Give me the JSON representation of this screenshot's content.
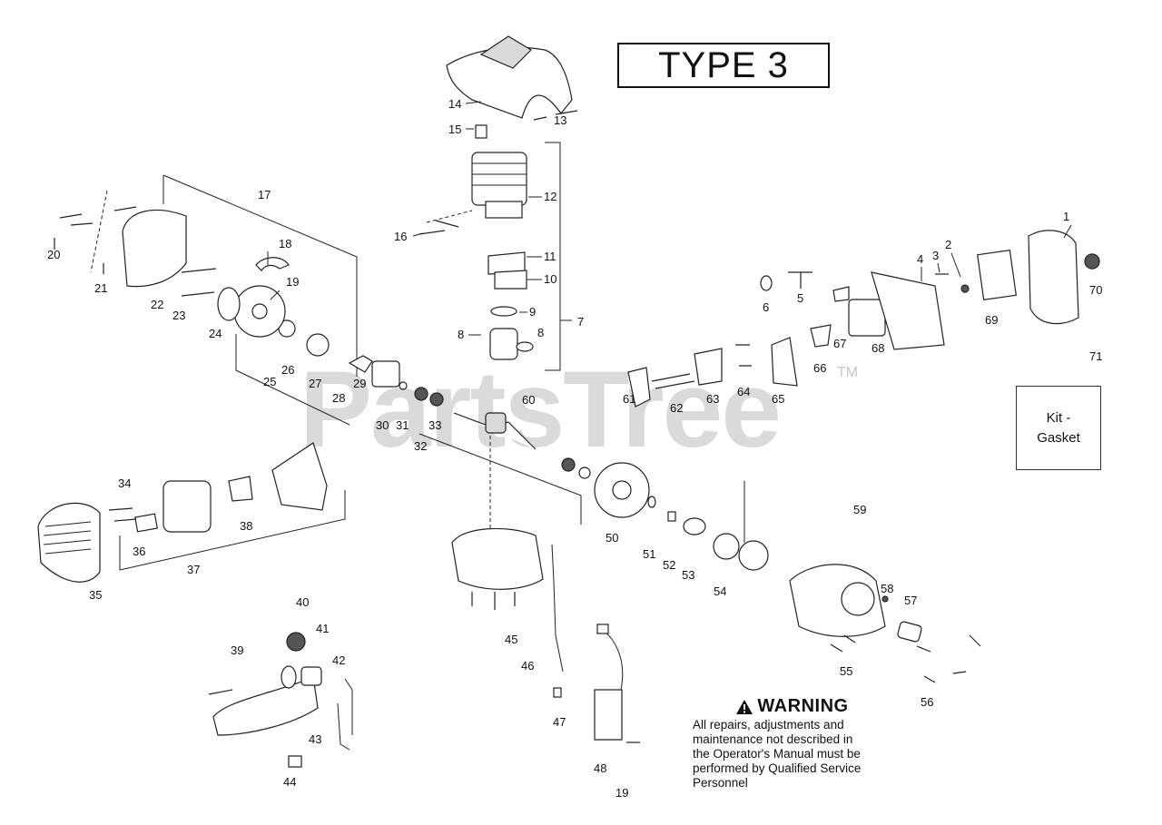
{
  "header": {
    "type_label": "TYPE 3"
  },
  "kit_box": {
    "label": "Kit -\nGasket"
  },
  "watermark": {
    "text": "PartsTree",
    "trademark": "TM"
  },
  "warning": {
    "icon": "warning-triangle-icon",
    "title": "WARNING",
    "body": "All repairs, adjustments and\nmaintenance not described in\nthe Operator's Manual must be\nperformed by Qualified Service\nPersonnel"
  },
  "callouts": {
    "c1": "1",
    "c2": "2",
    "c3": "3",
    "c4": "4",
    "c5": "5",
    "c6": "6",
    "c7": "7",
    "c8a": "8",
    "c8b": "8",
    "c9": "9",
    "c10": "10",
    "c11": "11",
    "c12": "12",
    "c13": "13",
    "c14": "14",
    "c15": "15",
    "c16": "16",
    "c17": "17",
    "c18": "18",
    "c19": "19",
    "c20": "20",
    "c21": "21",
    "c22": "22",
    "c23": "23",
    "c24": "24",
    "c25": "25",
    "c26": "26",
    "c27": "27",
    "c28": "28",
    "c29": "29",
    "c30": "30",
    "c31": "31",
    "c32": "32",
    "c33": "33",
    "c34": "34",
    "c35": "35",
    "c36": "36",
    "c37": "37",
    "c38": "38",
    "c39": "39",
    "c40": "40",
    "c41": "41",
    "c42": "42",
    "c43": "43",
    "c44": "44",
    "c45": "45",
    "c46": "46",
    "c47": "47",
    "c48": "48",
    "c49": "19",
    "c50": "50",
    "c51": "51",
    "c52": "52",
    "c53": "53",
    "c54": "54",
    "c55": "55",
    "c56": "56",
    "c57": "57",
    "c58": "58",
    "c59": "59",
    "c60": "60",
    "c61": "61",
    "c62": "62",
    "c63": "63",
    "c64": "64",
    "c65": "65",
    "c66": "66",
    "c67": "67",
    "c68": "68",
    "c69": "69",
    "c70": "70",
    "c71": "71"
  }
}
